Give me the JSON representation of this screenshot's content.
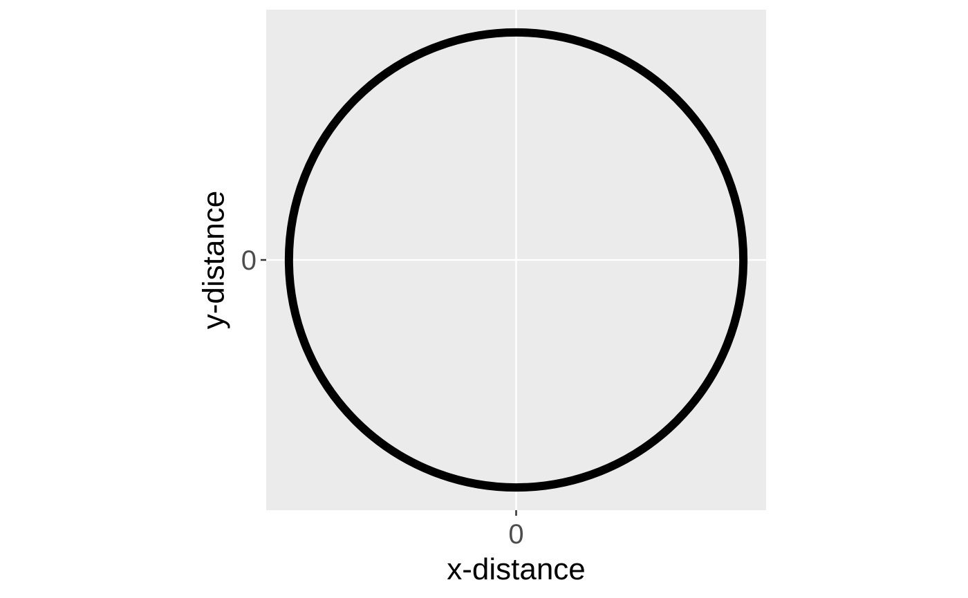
{
  "chart_data": {
    "type": "line",
    "title": "",
    "xlabel": "x-distance",
    "ylabel": "y-distance",
    "x_ticks": [
      "0"
    ],
    "y_ticks": [
      "0"
    ],
    "xlim": [
      -1.1,
      1.1
    ],
    "ylim": [
      -1.1,
      1.1
    ],
    "grid": true,
    "legend": "none",
    "series": [
      {
        "shape": "circle",
        "center": [
          0,
          0
        ],
        "radius": 1,
        "color": "#000000"
      }
    ],
    "colors": {
      "panel": "#ebebeb",
      "grid": "#ffffff",
      "line": "#000000",
      "tick_text": "#4d4d4d"
    }
  }
}
